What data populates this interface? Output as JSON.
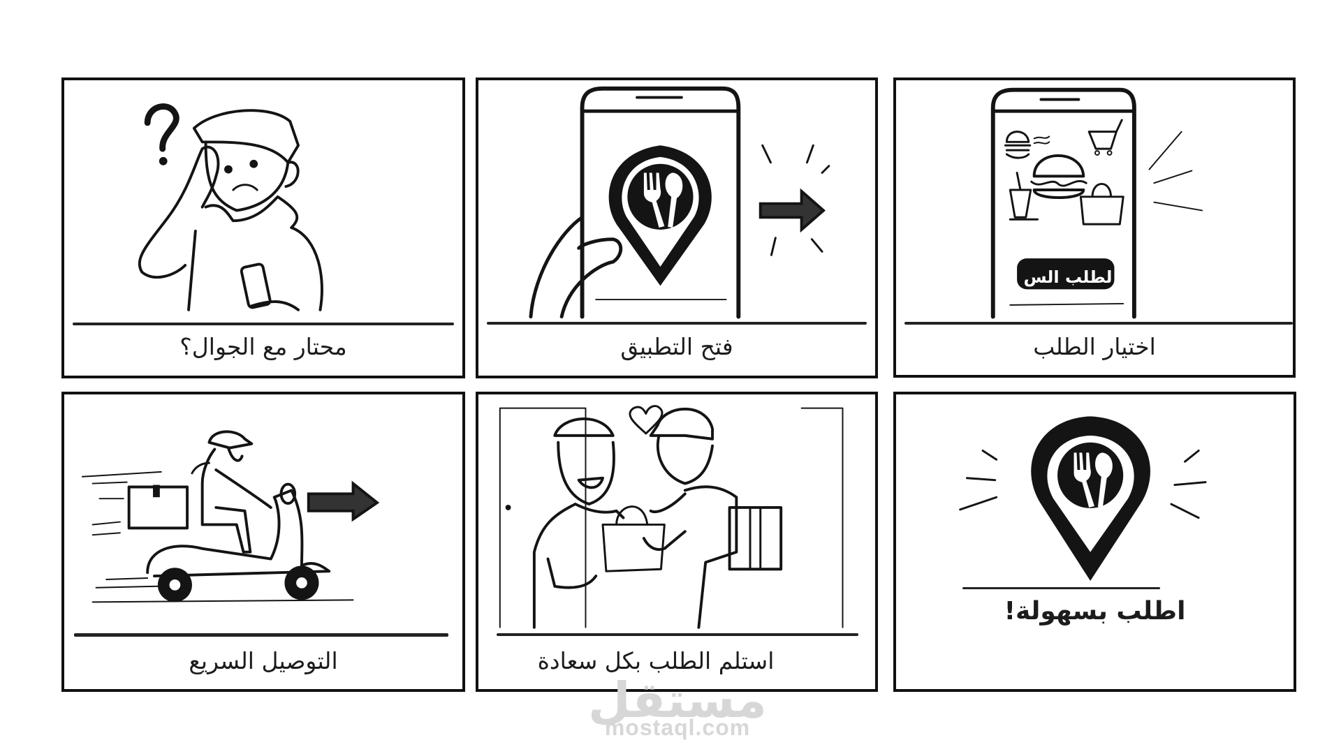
{
  "storyboard": {
    "panels": [
      {
        "id": 1,
        "caption": "محتار مع الجوال؟",
        "scene": "confused young man scratching head holding phone",
        "icons": [
          "question-mark",
          "person",
          "phone"
        ]
      },
      {
        "id": 2,
        "caption": "فتح التطبيق",
        "scene": "hand holding phone showing location-pin app logo with fork and spoon, arrow pointing right",
        "icons": [
          "phone",
          "location-pin-fork-spoon",
          "arrow-right"
        ]
      },
      {
        "id": 3,
        "caption": "اختيار الطلب",
        "scene": "phone screen with food menu items and order button",
        "icons": [
          "burger",
          "cart",
          "drink",
          "shopping-bag"
        ],
        "phone_button_label": "لطلب الس"
      },
      {
        "id": 4,
        "caption": "التوصيل السريع",
        "scene": "delivery rider on scooter with box, arrow pointing right",
        "icons": [
          "scooter",
          "delivery-box",
          "arrow-right"
        ]
      },
      {
        "id": 5,
        "caption": "استلم الطلب بكل سعادة",
        "scene": "happy customer receiving bag from delivery courier at door, heart",
        "icons": [
          "heart",
          "door",
          "bag",
          "backpack-box"
        ]
      },
      {
        "id": 6,
        "caption": "اطلب بسهولة!",
        "scene": "app logo: location pin with fork and spoon",
        "icons": [
          "location-pin-fork-spoon"
        ]
      }
    ]
  },
  "watermark": {
    "arabic": "مستقل",
    "latin": "mostaql.com"
  },
  "colors": {
    "ink": "#141414",
    "paper": "#ffffff",
    "watermark": "#d7d7d7"
  }
}
